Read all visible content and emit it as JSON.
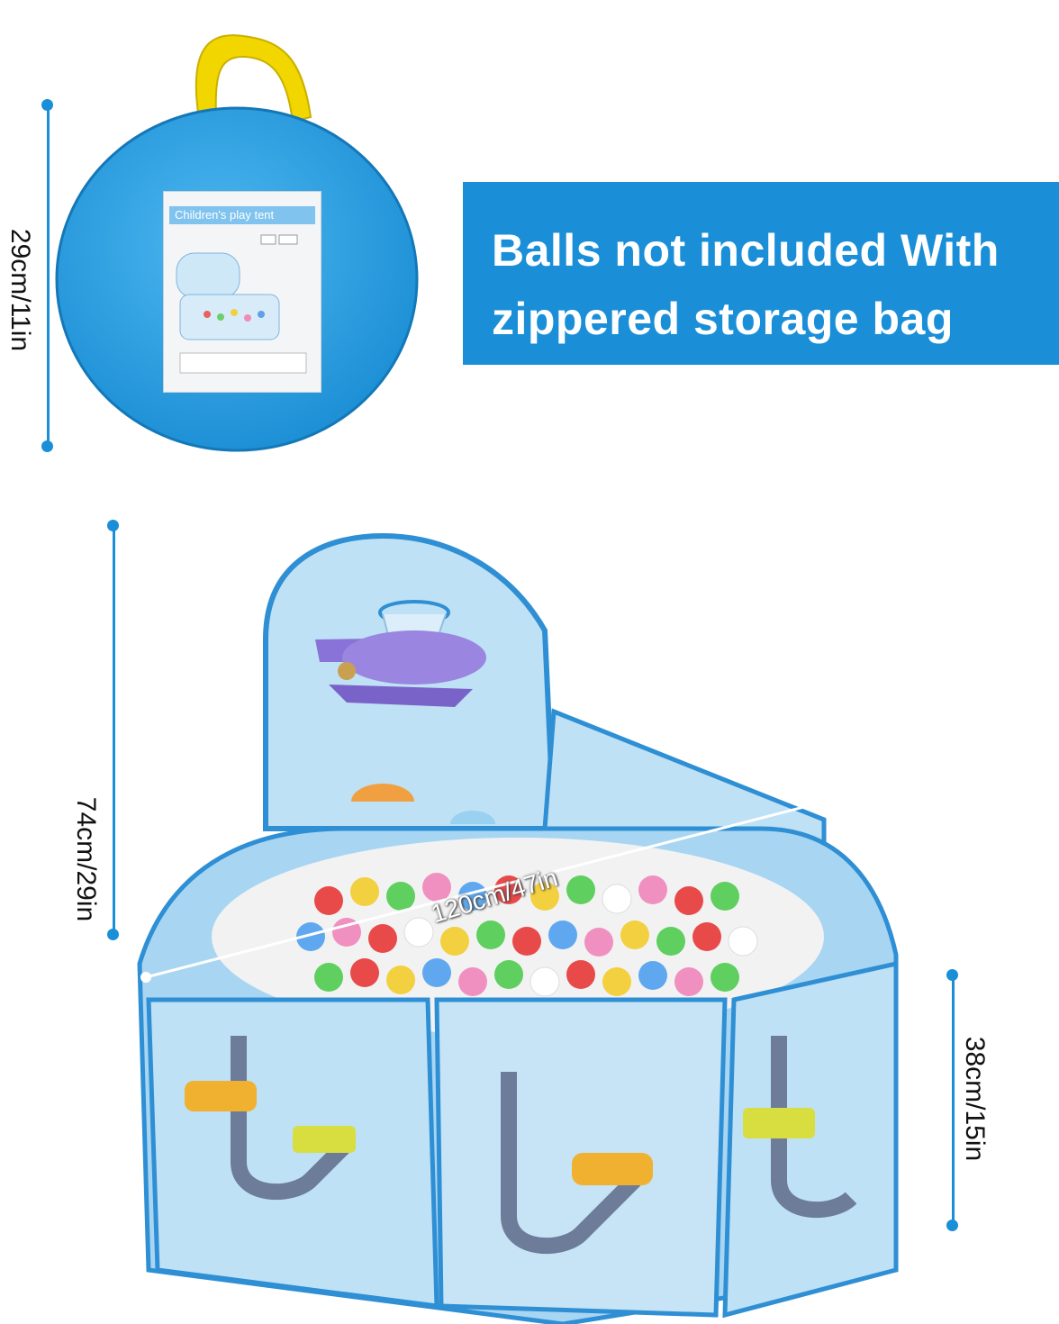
{
  "banner": {
    "line1": "Balls not included With",
    "line2": "zippered storage bag"
  },
  "bag": {
    "dimension_label": "29cm/11in",
    "tag_title": "Children's play tent"
  },
  "tent": {
    "height_label": "74cm/29in",
    "width_label": "120cm/47in",
    "wall_height_label": "38cm/15in"
  },
  "colors": {
    "accent_blue": "#1a8fd8",
    "bag_blue": "#2ea6e8",
    "tent_light": "#bfe1f5",
    "handle_yellow": "#f2d600"
  }
}
